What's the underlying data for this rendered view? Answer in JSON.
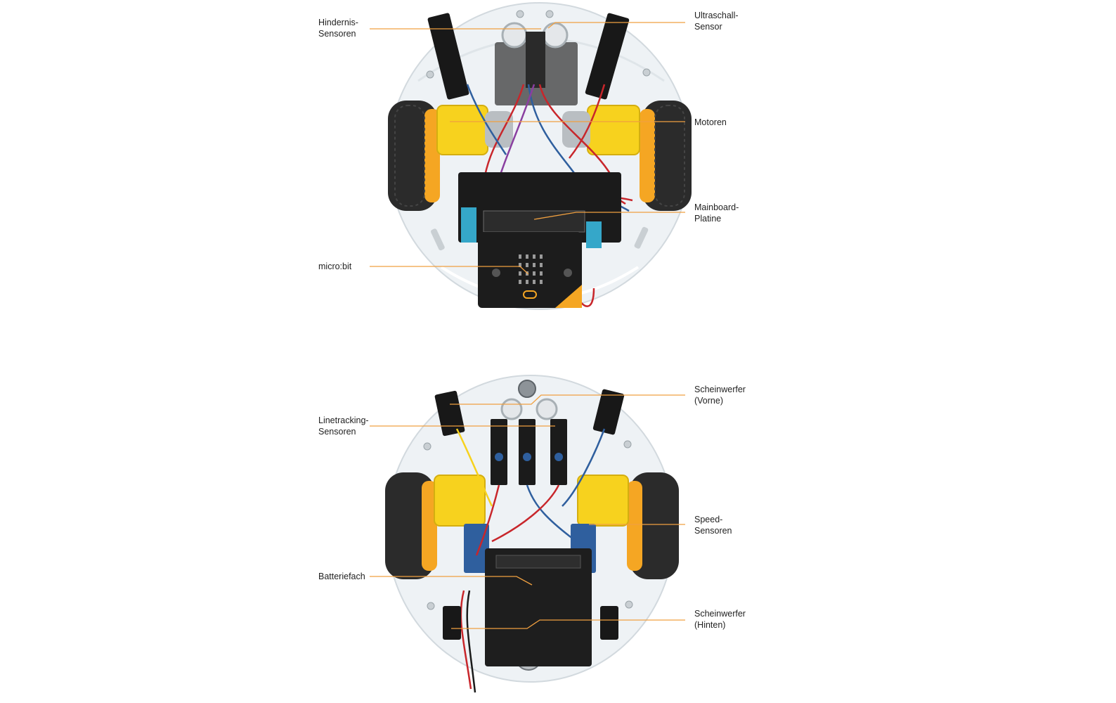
{
  "colors": {
    "leader_line": "#f0a040",
    "chassis": "#e9eef1",
    "pcb": "#1b1b1b",
    "motor_yellow": "#f7d21e",
    "tire": "#2b2b2b",
    "hub_orange": "#f5a623",
    "blue_module": "#2f5f9e",
    "terminal_cyan": "#35a7c9",
    "wire_red": "#c8262b"
  },
  "diagrams": [
    {
      "view": "top",
      "labels": [
        {
          "id": "hindernis",
          "lines": [
            "Hindernis-",
            "Sensoren"
          ]
        },
        {
          "id": "ultraschall",
          "lines": [
            "Ultraschall-",
            "Sensor"
          ]
        },
        {
          "id": "motoren",
          "lines": [
            "Motoren"
          ]
        },
        {
          "id": "mainboard",
          "lines": [
            "Mainboard-",
            "Platine"
          ]
        },
        {
          "id": "microbit",
          "lines": [
            "micro:bit"
          ]
        }
      ]
    },
    {
      "view": "bottom",
      "labels": [
        {
          "id": "scheinwerfer-vorne",
          "lines": [
            "Scheinwerfer",
            "(Vorne)"
          ]
        },
        {
          "id": "linetracking",
          "lines": [
            "Linetracking-",
            "Sensoren"
          ]
        },
        {
          "id": "speed",
          "lines": [
            "Speed-",
            "Sensoren"
          ]
        },
        {
          "id": "batteriefach",
          "lines": [
            "Batteriefach"
          ]
        },
        {
          "id": "scheinwerfer-hinten",
          "lines": [
            "Scheinwerfer",
            "(Hinten)"
          ]
        }
      ]
    }
  ]
}
